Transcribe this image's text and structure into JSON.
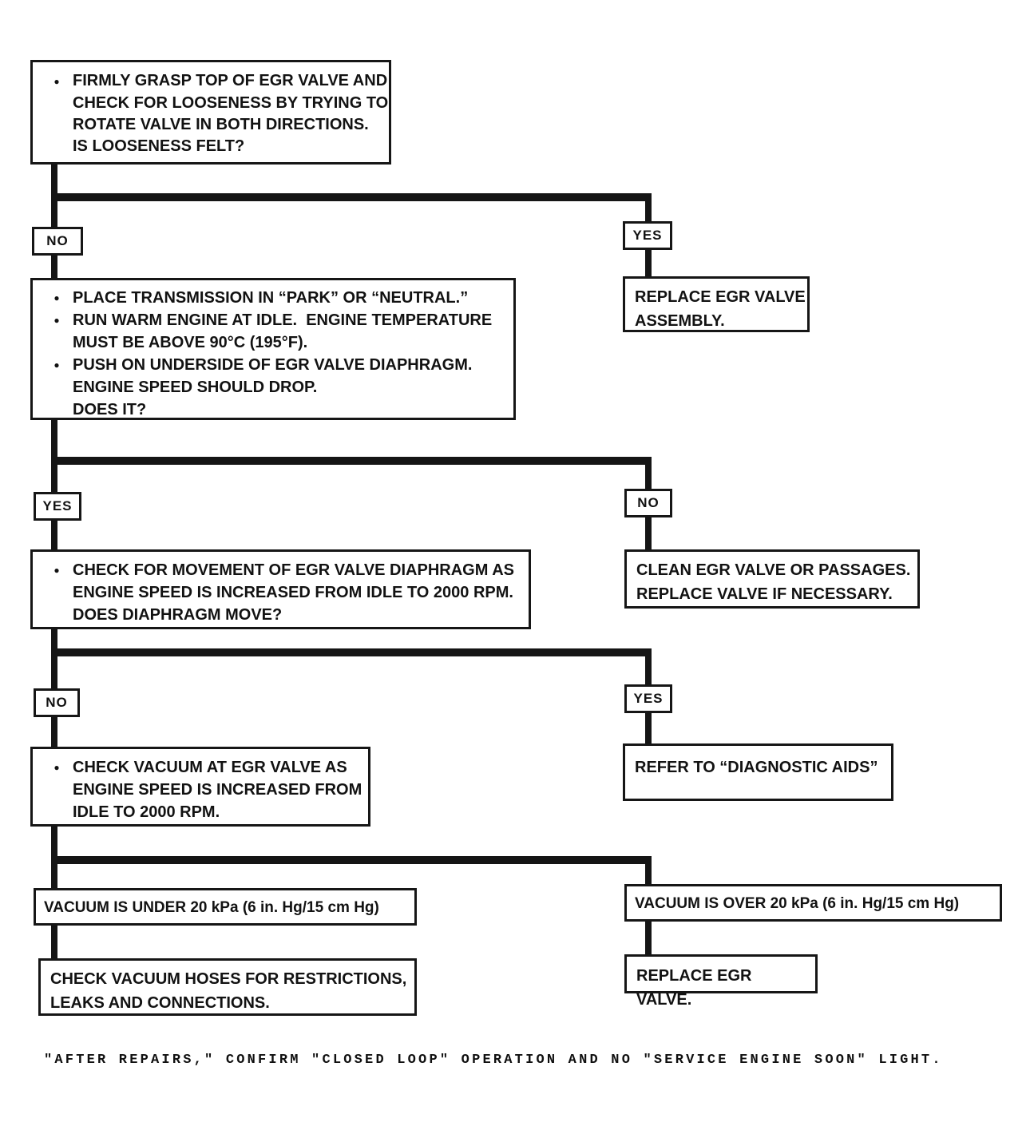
{
  "page": {
    "background": "#ffffff",
    "ink": "#151515"
  },
  "flowchart": {
    "nodes": {
      "step1": {
        "rows": [
          {
            "bullet": "●",
            "text": "FIRMLY GRASP TOP OF EGR VALVE AND"
          },
          {
            "bullet": "",
            "text": "CHECK FOR LOOSENESS BY TRYING TO"
          },
          {
            "bullet": "",
            "text": "ROTATE VALVE IN BOTH DIRECTIONS."
          },
          {
            "bullet": "",
            "text": "IS LOOSENESS FELT?"
          }
        ]
      },
      "label_no_1": "NO",
      "label_yes_1": "YES",
      "replace_assembly": {
        "rows": [
          {
            "text": "REPLACE EGR VALVE"
          },
          {
            "text": "ASSEMBLY."
          }
        ]
      },
      "step2": {
        "rows": [
          {
            "bullet": "●",
            "text": "PLACE TRANSMISSION IN “PARK” OR “NEUTRAL.”"
          },
          {
            "bullet": "●",
            "text": "RUN WARM ENGINE AT IDLE.  ENGINE TEMPERATURE"
          },
          {
            "bullet": "",
            "text": "MUST BE ABOVE 90°C (195°F)."
          },
          {
            "bullet": "●",
            "text": "PUSH ON UNDERSIDE OF EGR VALVE DIAPHRAGM."
          },
          {
            "bullet": "",
            "text": "ENGINE SPEED SHOULD DROP."
          },
          {
            "bullet": "",
            "text": "DOES IT?"
          }
        ]
      },
      "label_yes_2": "YES",
      "label_no_2": "NO",
      "clean_valve": {
        "rows": [
          {
            "text": "CLEAN EGR VALVE OR PASSAGES."
          },
          {
            "text": "REPLACE VALVE IF NECESSARY."
          }
        ]
      },
      "step3": {
        "rows": [
          {
            "bullet": "●",
            "text": "CHECK FOR MOVEMENT OF EGR VALVE DIAPHRAGM AS"
          },
          {
            "bullet": "",
            "text": "ENGINE SPEED IS INCREASED FROM IDLE TO 2000 RPM."
          },
          {
            "bullet": "",
            "text": "DOES DIAPHRAGM MOVE?"
          }
        ]
      },
      "label_no_3": "NO",
      "label_yes_3": "YES",
      "refer_aids": {
        "rows": [
          {
            "text": "REFER TO “DIAGNOSTIC AIDS”"
          }
        ]
      },
      "step4": {
        "rows": [
          {
            "bullet": "●",
            "text": "CHECK VACUUM AT EGR VALVE AS"
          },
          {
            "bullet": "",
            "text": "ENGINE SPEED IS INCREASED FROM"
          },
          {
            "bullet": "",
            "text": "IDLE TO 2000 RPM."
          }
        ]
      },
      "vacuum_under": {
        "text": "VACUUM IS UNDER 20 kPa (6 in. Hg/15 cm Hg)"
      },
      "vacuum_over": {
        "text": "VACUUM IS OVER 20 kPa (6 in. Hg/15 cm Hg)"
      },
      "check_hoses": {
        "rows": [
          {
            "text": "CHECK VACUUM HOSES FOR RESTRICTIONS,"
          },
          {
            "text": "LEAKS AND CONNECTIONS."
          }
        ]
      },
      "replace_valve": {
        "text": "REPLACE EGR VALVE."
      }
    },
    "footer": "\"AFTER REPAIRS,\" CONFIRM \"CLOSED LOOP\" OPERATION AND NO \"SERVICE ENGINE SOON\" LIGHT."
  }
}
